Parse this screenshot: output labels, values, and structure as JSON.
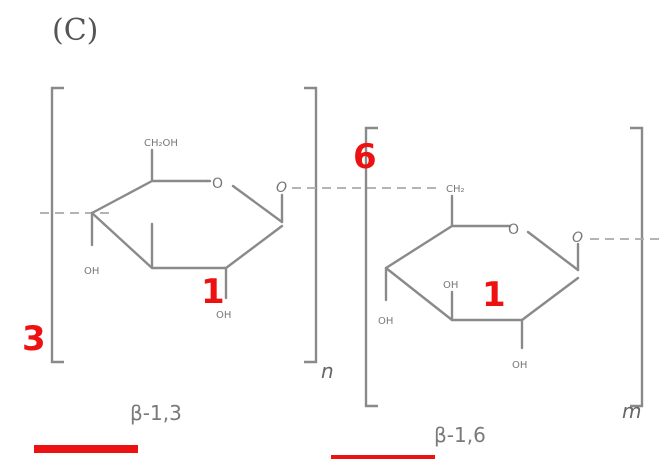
{
  "panel": {
    "label": "(C)"
  },
  "unit_n": {
    "substituent_top": "CH₂OH",
    "ring_oxygen": "O",
    "glycosidic_oxygen": "O",
    "hydroxyl_left": "OH",
    "hydroxyl_bottom": "OH",
    "repeat_subscript": "n",
    "linkage_label": "β-1,3"
  },
  "unit_m": {
    "substituent_top": "CH₂",
    "ring_oxygen": "O",
    "glycosidic_oxygen": "O",
    "hydroxyl_left": "OH",
    "hydroxyl_middle": "OH",
    "hydroxyl_bottom": "OH",
    "repeat_subscript": "m",
    "linkage_label": "β-1,6"
  },
  "annotations": {
    "carbon_3": "3",
    "carbon_1_unit_n": "1",
    "carbon_6": "6",
    "carbon_1_unit_m": "1"
  },
  "colors": {
    "structure_gray": "#8a8a8a",
    "annotation_red": "#ee1111"
  }
}
